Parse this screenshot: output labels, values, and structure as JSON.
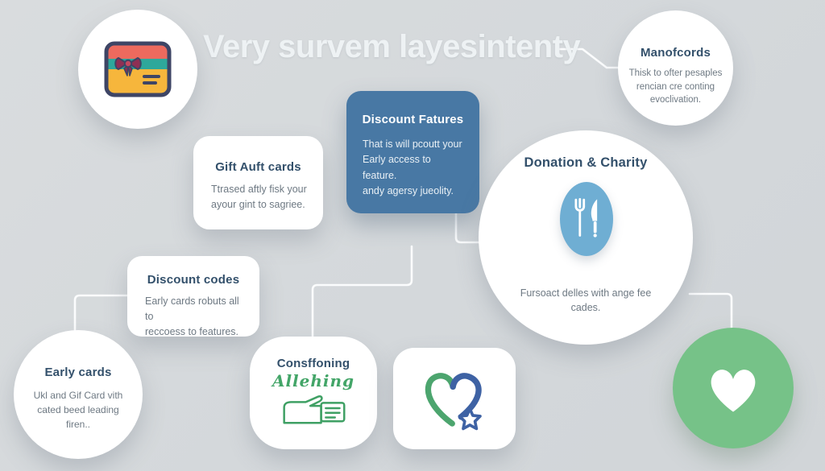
{
  "title": "Very survem layesintenty",
  "nodes": {
    "manofcords": {
      "heading": "Manofcords",
      "body_lines": [
        "Thisk to ofter pesaples",
        "rencian cre conting",
        "evoclivation."
      ]
    },
    "discount_fatures": {
      "heading": "Discount Fatures",
      "body_lines": [
        "That is will pcoutt your",
        "Early access to feature.",
        "andy agersy jueolity."
      ]
    },
    "gift_auft": {
      "heading": "Gift Auft cards",
      "body_lines": [
        "Ttrased aftly fisk your",
        "ayour gint to sagriee."
      ]
    },
    "donation": {
      "heading": "Donation & Charity",
      "body_lines": [
        "Fursoact delles with ange fee",
        "cades."
      ]
    },
    "discount_codes": {
      "heading": "Discount codes",
      "body_lines": [
        "Early cards robuts all to",
        "reccoess to features."
      ]
    },
    "early_cards": {
      "heading": "Early cards",
      "body_lines": [
        "Ukl and Gif Card vith",
        "cated beed leading",
        "firen.."
      ]
    },
    "consffoning": {
      "heading": "Consffoning",
      "script": "Allehing"
    }
  },
  "icons": {
    "gift_card": "gift-card-icon",
    "fork_knife": "fork-knife-icon",
    "hand_gift": "hand-gift-icon",
    "heart_star": "heart-star-icon",
    "heart": "heart-icon"
  },
  "colors": {
    "background": "#D5D9DC",
    "blue_card": "#4878A4",
    "heading_navy": "#33506B",
    "body_gray": "#6E7983",
    "oval_blue": "#6FAED3",
    "green_circle": "#76C288",
    "line_green": "#3FA064",
    "heart_green": "#4CA56E",
    "heart_blue": "#3E62A4",
    "connector_white": "#FBFCFD",
    "title_white": "#EEF2F4",
    "giftcard_red": "#ED6A5E",
    "giftcard_teal": "#2EA89B",
    "giftcard_yellow": "#F6B63C",
    "giftcard_outline": "#3E4565",
    "bow_maroon": "#8E3054"
  }
}
